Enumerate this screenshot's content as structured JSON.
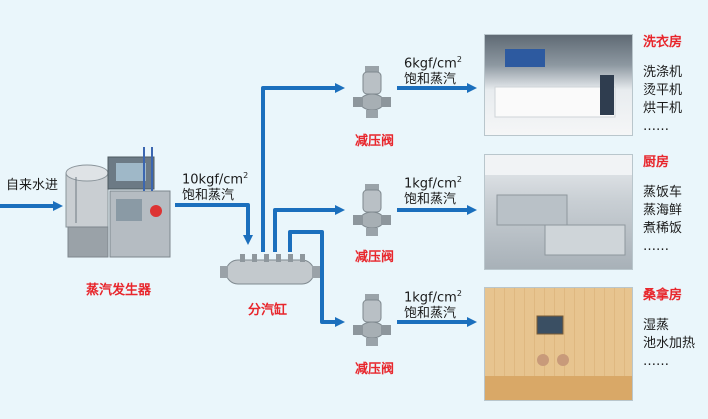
{
  "source_label": "自来水进",
  "generator_label": "蒸汽发生器",
  "header_label": "分汽缸",
  "main_steam": {
    "pressure": "10kgf/cm",
    "sup": "2",
    "kind": "饱和蒸汽"
  },
  "branches": [
    {
      "pressure": "6kgf/cm",
      "sup": "2",
      "kind": "饱和蒸汽",
      "valve": "减压阀",
      "room": {
        "title": "洗衣房",
        "items": [
          "洗涤机",
          "烫平机",
          "烘干机",
          "……"
        ]
      }
    },
    {
      "pressure": "1kgf/cm",
      "sup": "2",
      "kind": "饱和蒸汽",
      "valve": "减压阀",
      "room": {
        "title": "厨房",
        "items": [
          "蒸饭车",
          "蒸海鲜",
          "煮稀饭",
          "……"
        ]
      }
    },
    {
      "pressure": "1kgf/cm",
      "sup": "2",
      "kind": "饱和蒸汽",
      "valve": "减压阀",
      "room": {
        "title": "桑拿房",
        "items": [
          "湿蒸",
          "池水加热",
          "……"
        ]
      }
    }
  ],
  "colors": {
    "pipe": "#1b6fbd",
    "label_red": "#e8262c",
    "background": "#eaf6fb"
  }
}
